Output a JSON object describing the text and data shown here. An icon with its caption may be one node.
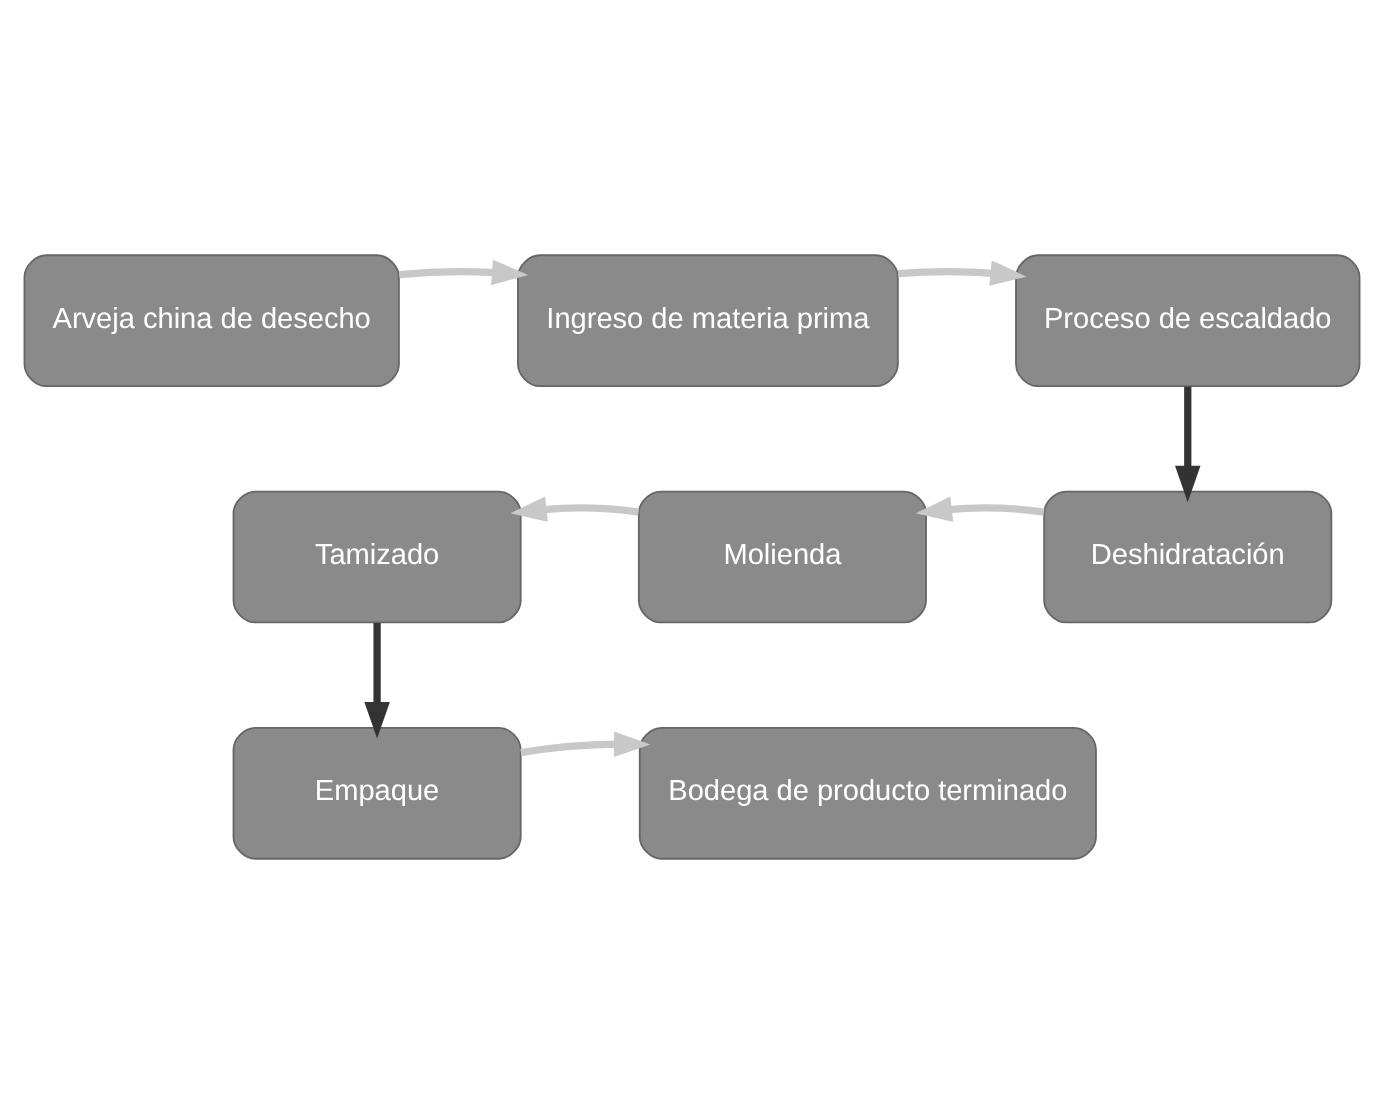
{
  "diagram": {
    "nodes": [
      {
        "text": [
          "Arveja china de desecho"
        ]
      },
      {
        "text": [
          "Ingreso de materia prima"
        ]
      },
      {
        "text": [
          "Proceso de escaldado"
        ]
      },
      {
        "text": [
          "Tamizado"
        ]
      },
      {
        "text": [
          "Molienda"
        ]
      },
      {
        "text": [
          "Deshidratación"
        ]
      },
      {
        "text": [
          "Empaque"
        ]
      },
      {
        "text": [
          "Bodega de producto terminado"
        ]
      }
    ],
    "edges": [
      {
        "from": 0,
        "to": 1,
        "arrow": "to"
      },
      {
        "from": 1,
        "to": 2,
        "arrow": "to"
      },
      {
        "from": 2,
        "to": 5,
        "arrow": "to",
        "color": "#333333"
      },
      {
        "from": 5,
        "to": 4,
        "arrow": "to"
      },
      {
        "from": 4,
        "to": 3,
        "arrow": "to"
      },
      {
        "from": 3,
        "to": 6,
        "arrow": "to",
        "color": "#333333"
      },
      {
        "from": 6,
        "to": 7,
        "arrow": "to"
      }
    ]
  }
}
